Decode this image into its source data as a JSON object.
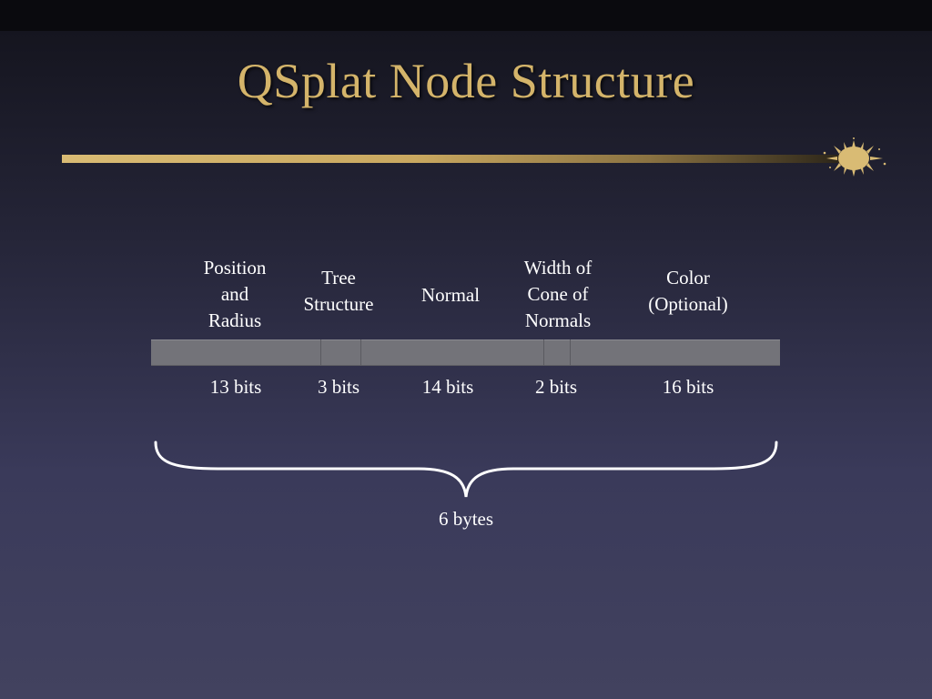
{
  "title": "QSplat Node Structure",
  "fields": [
    {
      "label": "Position\nand\nRadius",
      "size": "13 bits"
    },
    {
      "label": "Tree\nStructure",
      "size": "3 bits"
    },
    {
      "label": "Normal",
      "size": "14 bits"
    },
    {
      "label": "Width of\nCone of\nNormals",
      "size": "2 bits"
    },
    {
      "label": "Color\n(Optional)",
      "size": "16 bits"
    }
  ],
  "total": "6 bytes",
  "colors": {
    "title": "#d4b46a",
    "bar": "#737379",
    "accent": "#d9bb74"
  },
  "icons": {
    "decoration": "sun-burst-icon"
  }
}
